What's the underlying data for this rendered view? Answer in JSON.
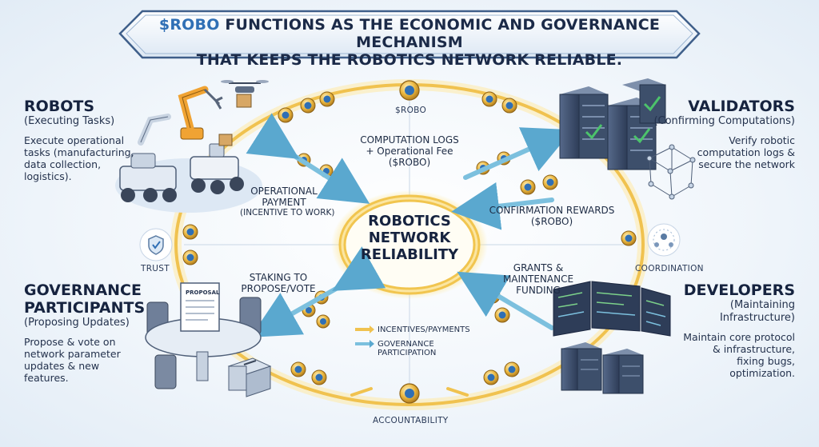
{
  "banner": {
    "accent": "$ROBO",
    "line1_rest": " FUNCTIONS AS THE ECONOMIC AND GOVERNANCE MECHANISM",
    "line2": "THAT KEEPS THE ROBOTICS NETWORK RELIABLE."
  },
  "center": {
    "line1": "ROBOTICS",
    "line2": "NETWORK",
    "line3": "RELIABILITY"
  },
  "ring_labels": {
    "top": "$ROBO",
    "left": "TRUST",
    "right": "COORDINATION",
    "bottom": "ACCOUNTABILITY"
  },
  "robots": {
    "title": "ROBOTS",
    "subtitle": "(Executing Tasks)",
    "desc": [
      "Execute operational",
      "tasks (manufacturing,",
      "data collection,",
      "logistics)."
    ]
  },
  "validators": {
    "title": "VALIDATORS",
    "subtitle": "(Confirming Computations)",
    "desc": [
      "Verify robotic",
      "computation logs &",
      "secure the network"
    ]
  },
  "governance": {
    "title_line1": "GOVERNANCE",
    "title_line2": "PARTICIPANTS",
    "subtitle": "(Proposing Updates)",
    "desc": [
      "Propose & vote on",
      "network parameter",
      "updates & new",
      "features."
    ],
    "proposal_label": "PROPOSAL"
  },
  "developers": {
    "title": "DEVELOPERS",
    "subtitle1": "(Maintaining",
    "subtitle2": "Infrastructure)",
    "desc": [
      "Maintain core protocol",
      "& infrastructure,",
      "fixing bugs,",
      "optimization."
    ]
  },
  "flows": {
    "operational_payment": [
      "OPERATIONAL",
      "PAYMENT"
    ],
    "operational_payment_sub": "(INCENTIVE TO WORK)",
    "computation_logs": [
      "COMPUTATION LOGS",
      "+ Operational Fee",
      "($ROBO)"
    ],
    "confirmation_rewards": [
      "CONFIRMATION REWARDS",
      "($ROBO)"
    ],
    "staking": [
      "STAKING TO",
      "PROPOSE/VOTE"
    ],
    "grants": [
      "GRANTS &",
      "MAINTENANCE",
      "FUNDING"
    ]
  },
  "legend": {
    "incentives": "INCENTIVES/PAYMENTS",
    "governance_line1": "GOVERNANCE",
    "governance_line2": "PARTICIPATION"
  },
  "colors": {
    "navy": "#16233f",
    "accent_blue": "#2f6fb5",
    "gold": "#e8b53a",
    "ring_gold": "#f3c654",
    "teal_arrow": "#6fb8d8",
    "server_dark": "#3d4f6b",
    "check_green": "#4cc36b"
  },
  "icons": [
    "shield-check-icon",
    "people-network-icon",
    "robo-coin-icon",
    "proposal-document-icon",
    "ballot-box-icon",
    "server-rack-icon",
    "monitor-code-icon",
    "drone-icon",
    "robotic-arm-icon"
  ]
}
